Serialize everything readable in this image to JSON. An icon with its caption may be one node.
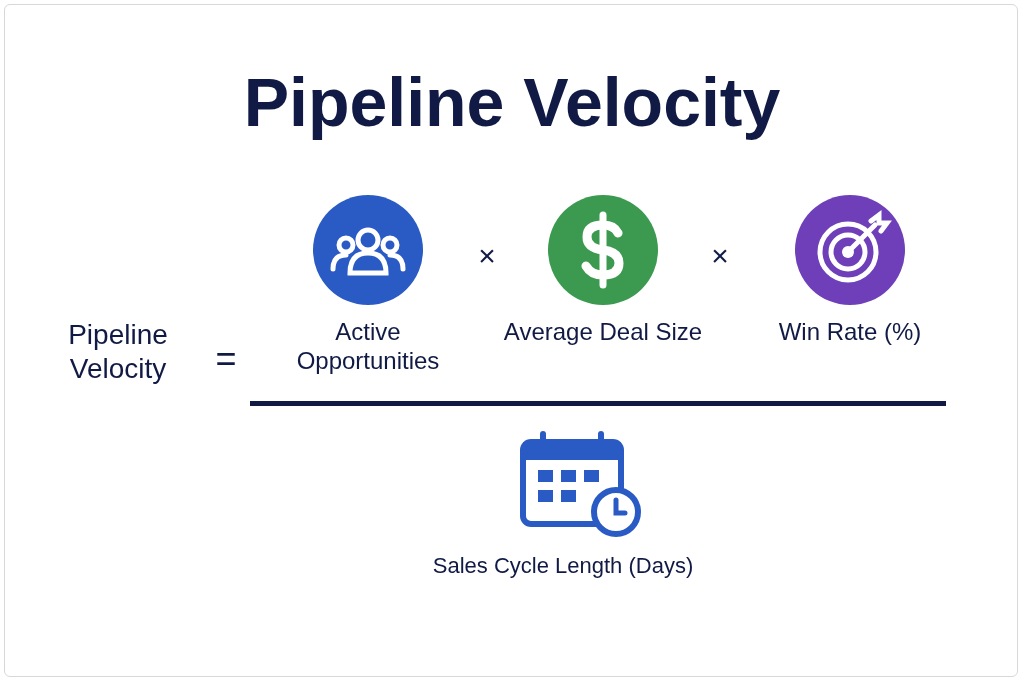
{
  "diagram": {
    "title": "Pipeline Velocity",
    "labels": [
      "Pipeline Velocity",
      "=",
      "Active Opportunities",
      "×",
      "Average Deal Size",
      "×",
      "Win Rate (%)",
      "Sales Cycle Length (Days)"
    ]
  }
}
